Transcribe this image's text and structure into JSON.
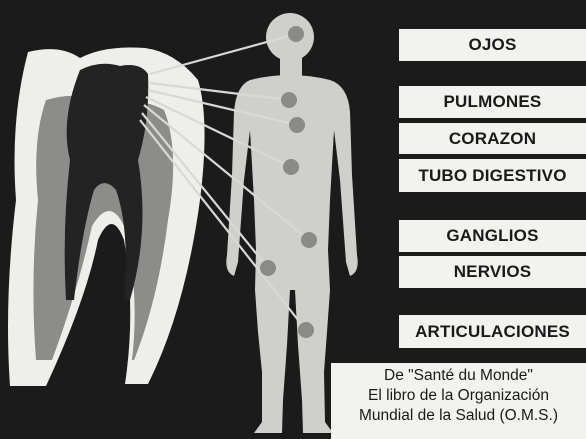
{
  "labels": [
    {
      "key": "ojos",
      "text": "OJOS"
    },
    {
      "key": "pulmones",
      "text": "PULMONES"
    },
    {
      "key": "corazon",
      "text": "CORAZON"
    },
    {
      "key": "tubo",
      "text": "TUBO DIGESTIVO"
    },
    {
      "key": "ganglios",
      "text": "GANGLIOS"
    },
    {
      "key": "nervios",
      "text": "NERVIOS"
    },
    {
      "key": "articulaciones",
      "text": "ARTICULACIONES"
    }
  ],
  "caption": {
    "line1": "De \"Santé du Monde\"",
    "line2": "El libro de la Organización",
    "line3": "Mundial de la Salud (O.M.S.)"
  },
  "colors": {
    "background": "#1b1b1b",
    "tooth_enamel": "#eeeeea",
    "tooth_dentin": "#8c8c8a",
    "tooth_pulp": "#232323",
    "body": "#cfcfcc",
    "organ_dot": "#8a8a88",
    "label_bg": "#f2f2ef"
  }
}
